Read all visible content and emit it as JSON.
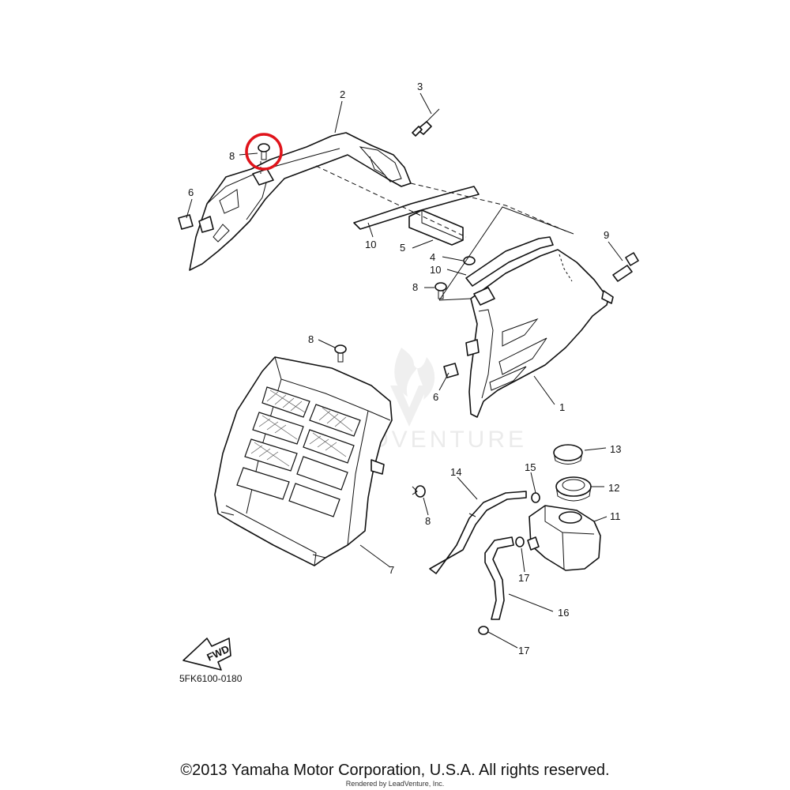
{
  "callouts": {
    "c1": "1",
    "c2": "2",
    "c3": "3",
    "c4": "4",
    "c5": "5",
    "c6a": "6",
    "c6b": "6",
    "c7": "7",
    "c8a": "8",
    "c8b": "8",
    "c8c": "8",
    "c8d": "8",
    "c9": "9",
    "c10a": "10",
    "c10b": "10",
    "c11": "11",
    "c12": "12",
    "c13": "13",
    "c14": "14",
    "c15": "15",
    "c16": "16",
    "c17a": "17",
    "c17b": "17"
  },
  "fwd_label": "FWD",
  "diagram_code": "5FK6100-0180",
  "watermark_text": "ADVENTURE",
  "copyright": "©2013 Yamaha Motor Corporation, U.S.A. All rights reserved.",
  "rendered_by": "Rendered by LeadVenture, Inc.",
  "highlight_color": "#e0141b"
}
